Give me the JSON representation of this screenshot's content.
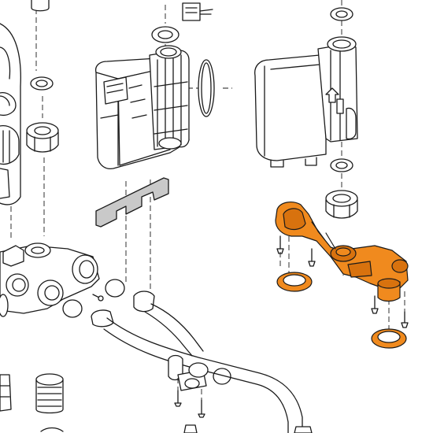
{
  "diagram": {
    "kind": "exploded-parts-view",
    "colors": {
      "line": "#1a1a1a",
      "highlight": "#f08a1e",
      "highlight_dark": "#d8720e",
      "shade": "#c9c9c9",
      "background": "#ffffff"
    },
    "highlighted_parts": [
      "bypass-pipe-bracket",
      "seal-ring-left",
      "seal-ring-right"
    ]
  }
}
